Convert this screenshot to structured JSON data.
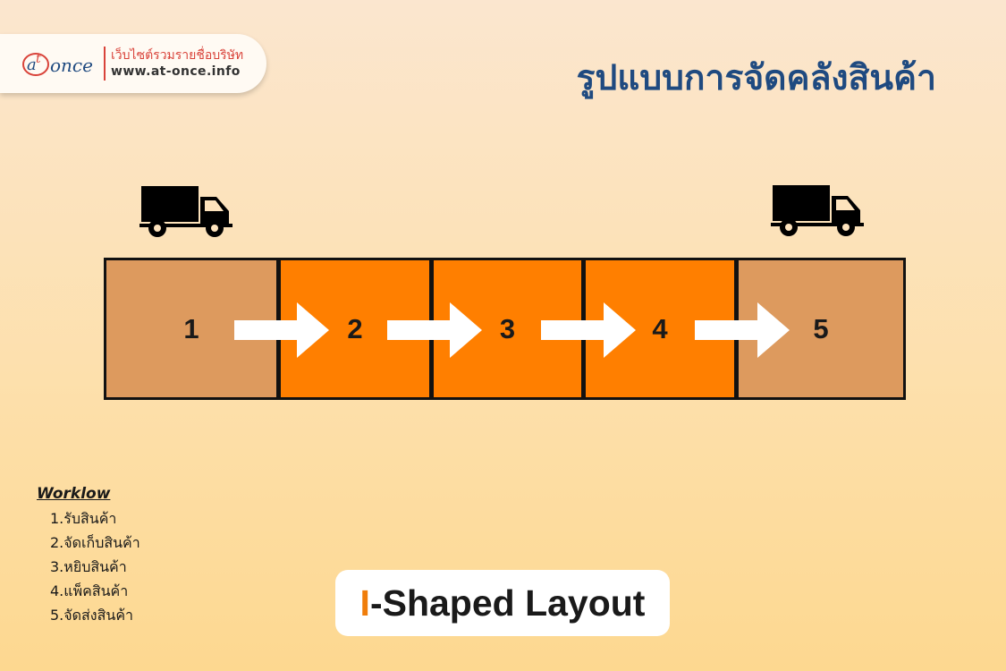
{
  "colors": {
    "title": "#1f4a80",
    "zone_end": "#dd9a5e",
    "zone_middle": "#ff7f00",
    "accent": "#f07d0a",
    "border": "#111111",
    "arrow": "#ffffff"
  },
  "brand": {
    "logo_text": "at once",
    "tagline": "เว็บไซต์รวมรายชื่อบริษัท",
    "url": "www.at-once.info"
  },
  "page_title": "รูปแบบการจัดคลังสินค้า",
  "trucks": [
    {
      "icon": "truck-icon",
      "role": "inbound"
    },
    {
      "icon": "truck-icon",
      "role": "outbound"
    }
  ],
  "zones": [
    {
      "label": "1",
      "color": "#dd9a5e"
    },
    {
      "label": "2",
      "color": "#ff7f00"
    },
    {
      "label": "3",
      "color": "#ff7f00"
    },
    {
      "label": "4",
      "color": "#ff7f00"
    },
    {
      "label": "5",
      "color": "#dd9a5e"
    }
  ],
  "workflow": {
    "heading": "Worklow",
    "items": [
      "1.รับสินค้า",
      "2.จัดเก็บสินค้า",
      "3.หยิบสินค้า",
      "4.แพ็คสินค้า",
      "5.จัดส่งสินค้า"
    ]
  },
  "layout_badge": {
    "accent": "I",
    "text": "-Shaped Layout"
  }
}
